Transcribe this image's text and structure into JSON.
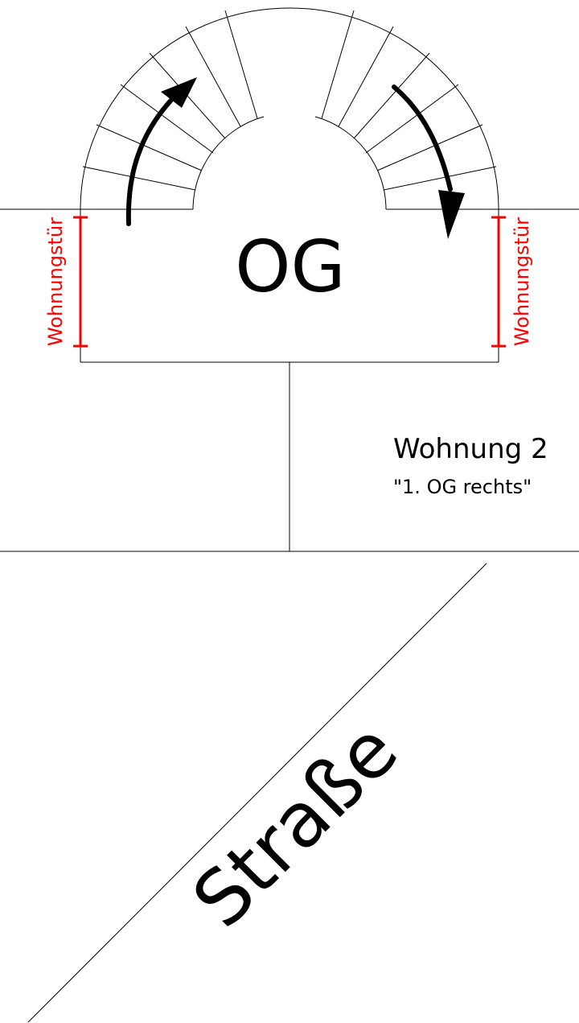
{
  "stairwell": {
    "floor_label": "OG",
    "door_label_left": "Wohnungstür",
    "door_label_right": "Wohnungstür"
  },
  "apartment": {
    "name": "Wohnung 2",
    "location": "\"1. OG rechts\""
  },
  "street": {
    "label": "Straße"
  },
  "colors": {
    "line": "#000000",
    "door": "#ff0000",
    "background": "#ffffff"
  },
  "icons": [
    "arrow-up-icon",
    "arrow-down-icon"
  ]
}
